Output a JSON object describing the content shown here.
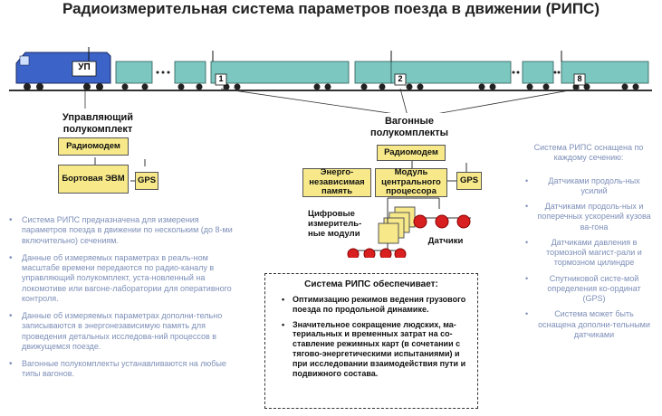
{
  "title": "Радиоизмерительная система параметров поезда в движении (РИПС)",
  "loco_label": "УП",
  "wagon_numbers": [
    "1",
    "2",
    "8"
  ],
  "control": {
    "heading": "Управляющий полукомплект",
    "radiomodem": "Радиомодем",
    "computer": "Бортовая ЭВМ",
    "gps": "GPS"
  },
  "wagon": {
    "heading": "Вагонные полукомплекты",
    "radiomodem": "Радиомодем",
    "memory": "Энерго-независимая память",
    "cpu": "Модуль центрального процессора",
    "gps": "GPS",
    "digital_modules": "Цифровые измеритель-ные модули",
    "sensors": "Датчики"
  },
  "left_bullets": [
    "Система РИПС предназначена для измерения параметров поезда в движении по нескольким (до 8-ми включительно) сечениям.",
    "Данные об измеряемых параметрах в реаль-ном масштабе времени передаются по радио-каналу в управляющий полукомплект, уста-новленный на локомотиве или вагоне-лаборатории для оперативного контроля.",
    "Данные об измеряемых параметрах дополни-тельно записываются в энергонезависимую память для проведения детальных исследова-ний процессов в движущемся поезде.",
    "Вагонные полукомплекты устанавливаются на любые типы вагонов."
  ],
  "center": {
    "heading": "Система РИПС обеспечивает:",
    "items": [
      "Оптимизацию режимов ведения грузового поезда по продольной динамике.",
      "Значительное сокращение людских, ма-териальных и временных затрат на со-ставление режимных карт (в сочетании с тягово-энергетическими испытаниями) и при исследовании взаимодействия пути и подвижного состава."
    ]
  },
  "right": {
    "heading": "Система РИПС оснащена по каждому сечению:",
    "items": [
      "Датчиками продоль-ных усилий",
      "Датчиками продоль-ных и поперечных ускорений кузова ва-гона",
      "Датчиками давления в тормозной магист-рали и тормозном цилиндре",
      "Спутниковой систе-мой определения ко-ординат (GPS)",
      "Система может быть оснащена дополни-тельными датчиками"
    ]
  },
  "colors": {
    "box_fill": "#f7e98a",
    "wagon_fill": "#7cc8c0",
    "loco_fill": "#3b63c8",
    "sensor_fill": "#d82020",
    "note_text": "#7d8fb8"
  }
}
